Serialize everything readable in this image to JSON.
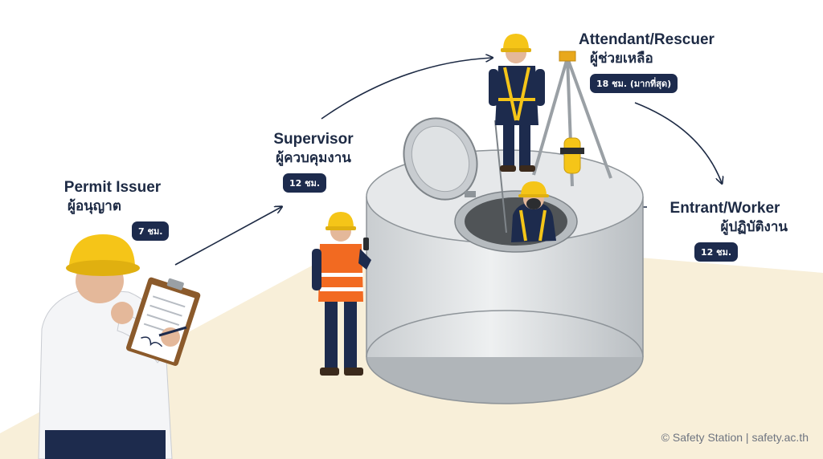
{
  "roles": {
    "permit_issuer": {
      "en": "Permit Issuer",
      "th": "ผู้อนุญาต",
      "hours": "7 ชม."
    },
    "supervisor": {
      "en": "Supervisor",
      "th": "ผู้ควบคุมงาน",
      "hours": "12 ชม."
    },
    "attendant": {
      "en": "Attendant/Rescuer",
      "th": "ผู้ช่วยเหลือ",
      "hours": "18 ชม. (มากที่สุด)"
    },
    "entrant": {
      "en": "Entrant/Worker",
      "th": "ผู้ปฏิบัติงาน",
      "hours": "12 ชม."
    }
  },
  "footer": {
    "copyright": "© Safety Station | safety.ac.th"
  },
  "colors": {
    "floor": "#f8efd9",
    "navy": "#1d2b4d",
    "helmet": "#f5c518",
    "vest": "#f26a21",
    "tank": "#d9dcde"
  }
}
